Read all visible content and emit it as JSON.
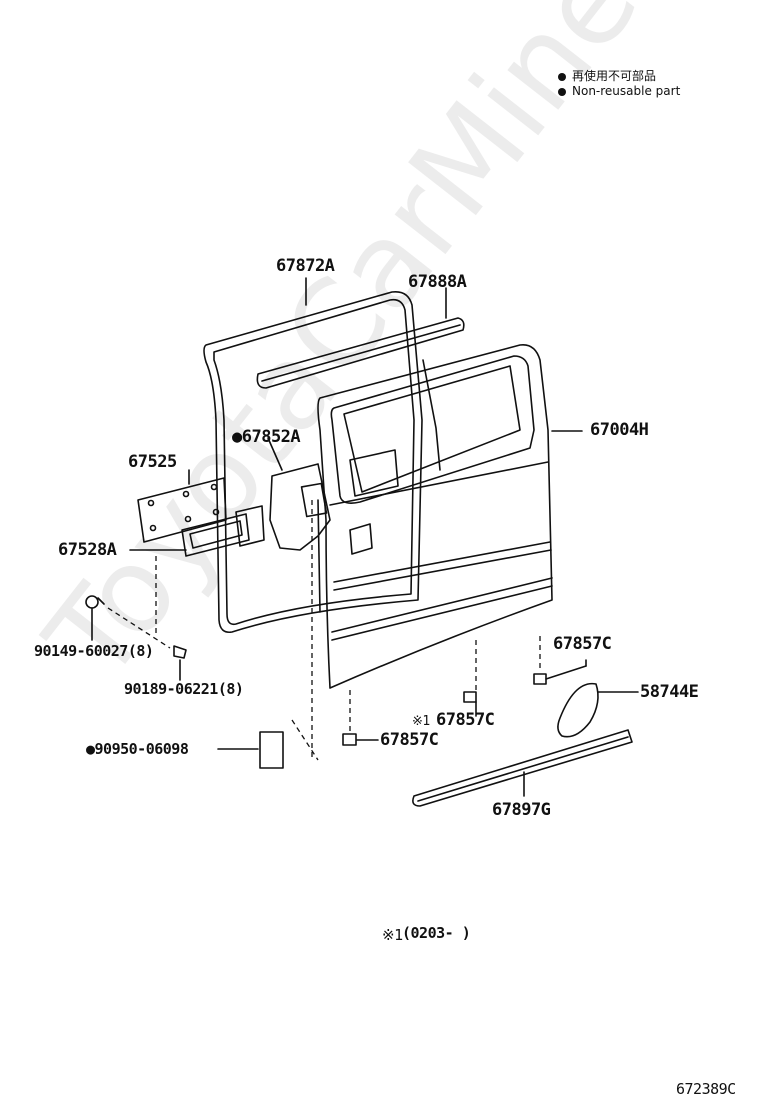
{
  "legend": {
    "line1": "再使用不可部品",
    "line2": "Non-reusable part"
  },
  "parts": {
    "weatherstrip": "67872A",
    "belt_moulding": "67888A",
    "door_panel": "67004H",
    "hole_cover": "●67852A",
    "service_cover": "67525",
    "cover_seal": "67528A",
    "screw_a": "90149-60027(8)",
    "screw_b": "90189-06221(8)",
    "hole_plug": "●90950-06098",
    "clip_right": "67857C",
    "clip_middle": "67857C",
    "clip_middle_mark": "※1",
    "clip_left": "67857C",
    "fuel_lid": "58744E",
    "lower_moulding": "67897G"
  },
  "footnote": {
    "mark": "※1",
    "text": "(0203-        )"
  },
  "diagram_id": "672389C",
  "watermark": "ToyotaCarMine.ru"
}
